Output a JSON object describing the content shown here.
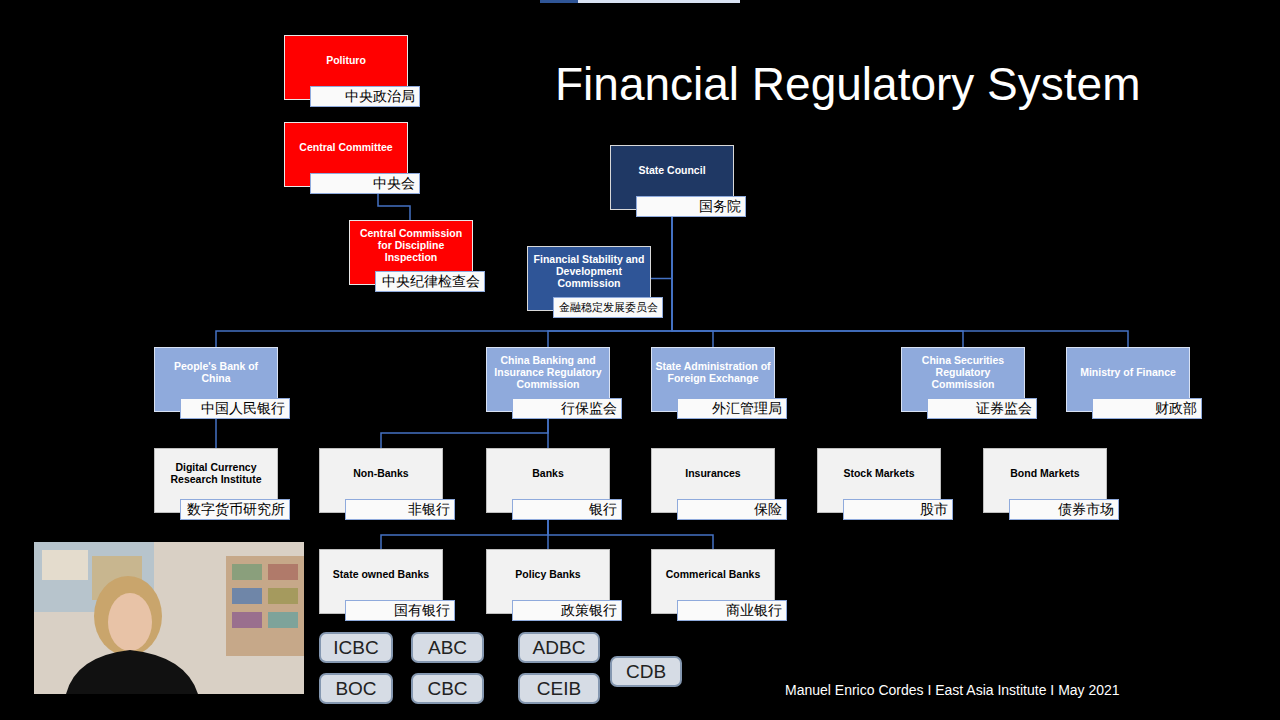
{
  "diagram": {
    "title": "Financial Regulatory System",
    "caption": "Manuel Enrico Cordes I East Asia Institute I May 2021",
    "nodes": [
      {
        "text": [
          "Polituro",
          "中央政治局"
        ]
      },
      {
        "text": [
          "Central Committee",
          "中央会"
        ]
      },
      {
        "text": [
          "Central Commission for Discipline Inspection",
          "中央纪律检查会"
        ]
      },
      {
        "text": [
          "State Council",
          "国务院"
        ]
      },
      {
        "text": [
          "Financial Stability and Development Commission",
          "金融稳定发展委员会"
        ]
      },
      {
        "text": [
          "People's Bank of China",
          "中国人民银行"
        ]
      },
      {
        "text": [
          "China Banking and Insurance Regulatory Commission",
          "行保监会"
        ]
      },
      {
        "text": [
          "State Administration of Foreign Exchange",
          "外汇管理局"
        ]
      },
      {
        "text": [
          "China Securities Regulatory Commission",
          "证券监会"
        ]
      },
      {
        "text": [
          "Ministry of Finance",
          "财政部"
        ]
      },
      {
        "text": [
          "Digital Currency Research Institute",
          "数字货币研究所"
        ]
      },
      {
        "text": [
          "Non-Banks",
          "非银行"
        ]
      },
      {
        "text": [
          "Banks",
          "银行"
        ]
      },
      {
        "text": [
          "Insurances",
          "保险"
        ]
      },
      {
        "text": [
          "Stock Markets",
          "股市"
        ]
      },
      {
        "text": [
          "Bond Markets",
          "债券市场"
        ]
      },
      {
        "text": [
          "State owned Banks",
          "国有银行"
        ]
      },
      {
        "text": [
          "Policy Banks",
          "政策银行"
        ]
      },
      {
        "text": [
          "Commerical Banks",
          "商业银行"
        ]
      },
      {
        "text": [
          "ICBC"
        ]
      },
      {
        "text": [
          "ABC"
        ]
      },
      {
        "text": [
          "ADBC"
        ]
      },
      {
        "text": [
          "CDB"
        ]
      },
      {
        "text": [
          "BOC"
        ]
      },
      {
        "text": [
          "CBC"
        ]
      },
      {
        "text": [
          "CEIB"
        ]
      }
    ],
    "edges": [
      {
        "from": 1,
        "to": 2,
        "arrow": "none"
      },
      {
        "from": 3,
        "to": 4,
        "arrow": "none"
      },
      {
        "from": 3,
        "to": 5,
        "arrow": "none"
      },
      {
        "from": 3,
        "to": 6,
        "arrow": "none"
      },
      {
        "from": 3,
        "to": 7,
        "arrow": "none"
      },
      {
        "from": 3,
        "to": 8,
        "arrow": "none"
      },
      {
        "from": 3,
        "to": 9,
        "arrow": "none"
      },
      {
        "from": 5,
        "to": 10,
        "arrow": "none"
      },
      {
        "from": 6,
        "to": 11,
        "arrow": "none"
      },
      {
        "from": 6,
        "to": 12,
        "arrow": "none"
      },
      {
        "from": 12,
        "to": 16,
        "arrow": "none"
      },
      {
        "from": 12,
        "to": 17,
        "arrow": "none"
      },
      {
        "from": 12,
        "to": 18,
        "arrow": "none"
      }
    ]
  }
}
